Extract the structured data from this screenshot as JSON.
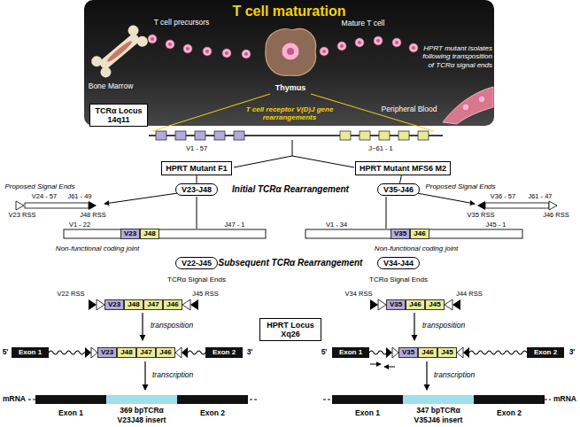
{
  "diagram": {
    "nodes": [
      {
        "text": [
          "T cell maturation"
        ]
      },
      {
        "text": [
          "TCRα Locus 14q11"
        ]
      },
      {
        "text": [
          "HPRT Mutant F1"
        ]
      },
      {
        "text": [
          "HPRT Mutant MFS6 M2"
        ]
      },
      {
        "text": [
          "V23-J48"
        ]
      },
      {
        "text": [
          "V35-J46"
        ]
      },
      {
        "text": [
          "V23"
        ]
      },
      {
        "text": [
          "J48"
        ]
      },
      {
        "text": [
          "V35"
        ]
      },
      {
        "text": [
          "J46"
        ]
      },
      {
        "text": [
          "V22-J45"
        ]
      },
      {
        "text": [
          "V34-J44"
        ]
      },
      {
        "text": [
          "V23"
        ]
      },
      {
        "text": [
          "J48"
        ]
      },
      {
        "text": [
          "J47"
        ]
      },
      {
        "text": [
          "J46"
        ]
      },
      {
        "text": [
          "V35"
        ]
      },
      {
        "text": [
          "J46"
        ]
      },
      {
        "text": [
          "J45"
        ]
      },
      {
        "text": [
          "HPRT Locus Xq26"
        ]
      },
      {
        "text": [
          "Exon 1"
        ]
      },
      {
        "text": [
          "V23"
        ]
      },
      {
        "text": [
          "J48"
        ]
      },
      {
        "text": [
          "J47"
        ]
      },
      {
        "text": [
          "J46"
        ]
      },
      {
        "text": [
          "Exon 2"
        ]
      },
      {
        "text": [
          "Exon 1"
        ]
      },
      {
        "text": [
          "V35"
        ]
      },
      {
        "text": [
          "J46"
        ]
      },
      {
        "text": [
          "J45"
        ]
      },
      {
        "text": [
          "Exon 2"
        ]
      }
    ],
    "edges": [
      {
        "from": 2,
        "to": 4,
        "arrow": "none"
      },
      {
        "from": 3,
        "to": 5,
        "arrow": "none"
      }
    ],
    "labels": [
      "T cell precursors",
      "Mature T cell",
      "Bone Marrow",
      "Thymus",
      "Peripheral Blood",
      "HPRT mutant isolates following transposition of TCRα signal ends",
      "T cell receptor V(D)J gene rearrangements",
      "V1 - 57",
      "J~61 - 1",
      "Initial TCRα Rearrangement",
      "Proposed Signal Ends",
      "V24 - 57",
      "J61 - 49",
      "V23 RSS",
      "J48 RSS",
      "Proposed Signal Ends",
      "V36 - 57",
      "J61 - 47",
      "V35 RSS",
      "J46 RSS",
      "V1 - 22",
      "J47 - 1",
      "Non-functional coding joint",
      "V1 - 34",
      "J45 - 1",
      "Non-functional coding joint",
      "Subsequent TCRα Rearrangement",
      "TCRα Signal Ends",
      "TCRα Signal Ends",
      "V22 RSS",
      "J45 RSS",
      "V34 RSS",
      "J44 RSS",
      "transposition",
      "transposition",
      "5'",
      "3'",
      "5'",
      "3'",
      "transcription",
      "transcription",
      "mRNA",
      "Exon 1",
      "369 bpTCRα",
      "V23J48 insert",
      "Exon 2",
      "mRNA",
      "Exon 1",
      "347 bpTCRα",
      "V35J46 insert",
      "Exon 2"
    ]
  }
}
